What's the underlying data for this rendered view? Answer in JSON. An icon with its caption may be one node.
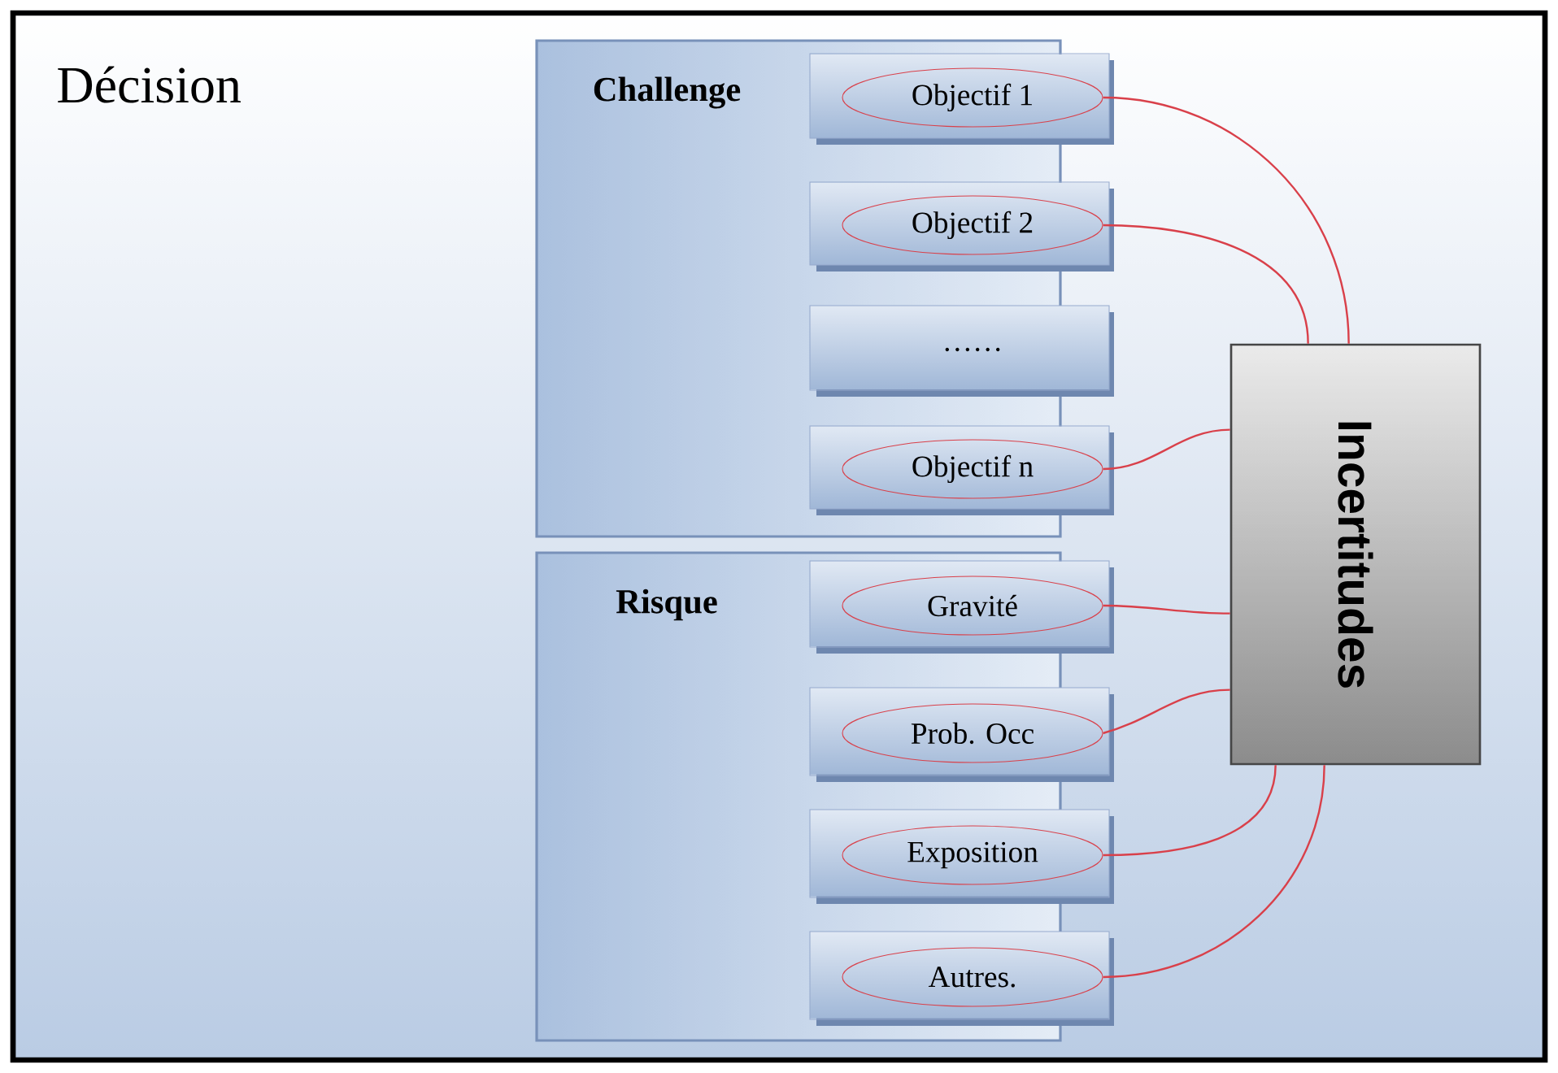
{
  "diagram": {
    "nodes": [
      {
        "text": [
          "Décision"
        ]
      },
      {
        "text": [
          "Challenge"
        ],
        "in": 0
      },
      {
        "text": [
          "Objectif 1"
        ],
        "in": 1
      },
      {
        "text": [
          "Objectif 2"
        ],
        "in": 1
      },
      {
        "text": [
          "……"
        ],
        "in": 1
      },
      {
        "text": [
          "Objectif n"
        ],
        "in": 1
      },
      {
        "text": [
          "Risque"
        ],
        "in": 0
      },
      {
        "text": [
          "Gravité"
        ],
        "in": 6
      },
      {
        "text": [
          "Prob. Occ"
        ],
        "in": 6
      },
      {
        "text": [
          "Exposition"
        ],
        "in": 6
      },
      {
        "text": [
          "Autres."
        ],
        "in": 6
      },
      {
        "text": [
          "Incertitudes"
        ],
        "in": 0
      }
    ],
    "edges": [
      {
        "from": 2,
        "to": 11,
        "arrow": "none",
        "color": "#d9404a"
      },
      {
        "from": 3,
        "to": 11,
        "arrow": "none",
        "color": "#d9404a"
      },
      {
        "from": 5,
        "to": 11,
        "arrow": "none",
        "color": "#d9404a"
      },
      {
        "from": 7,
        "to": 11,
        "arrow": "none",
        "color": "#d9404a"
      },
      {
        "from": 8,
        "to": 11,
        "arrow": "none",
        "color": "#d9404a"
      },
      {
        "from": 9,
        "to": 11,
        "arrow": "none",
        "color": "#d9404a"
      },
      {
        "from": 10,
        "to": 11,
        "arrow": "none",
        "color": "#d9404a"
      }
    ]
  }
}
